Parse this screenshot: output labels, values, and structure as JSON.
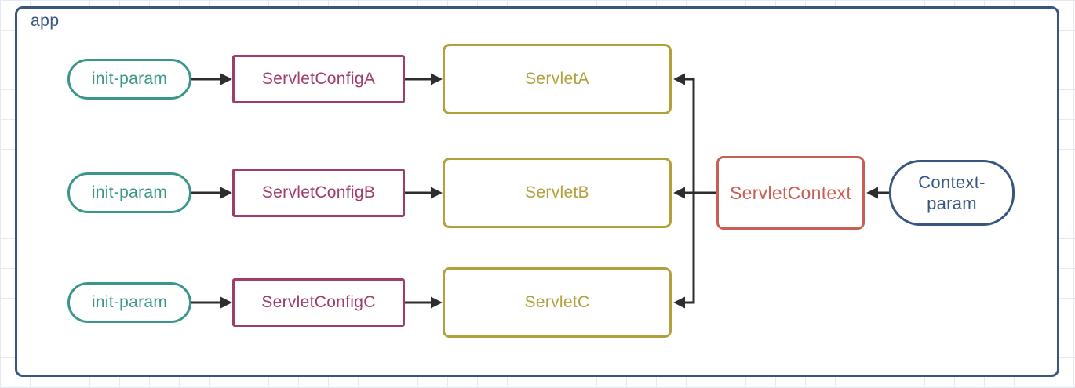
{
  "app": {
    "label": "app"
  },
  "rows": [
    {
      "param": "init-param",
      "config": "ServletConfigA",
      "servlet": "ServletA"
    },
    {
      "param": "init-param",
      "config": "ServletConfigB",
      "servlet": "ServletB"
    },
    {
      "param": "init-param",
      "config": "ServletConfigC",
      "servlet": "ServletC"
    }
  ],
  "context": {
    "label": "ServletContext"
  },
  "context_param": {
    "line1": "Context-",
    "line2": "param"
  },
  "colors": {
    "navy": "#385680",
    "teal": "#3b968a",
    "magenta": "#9e3c6b",
    "olive": "#b0a13e",
    "red": "#c85f57",
    "arrow": "#2d2d2d",
    "grid": "#e4eaf3",
    "canvas": "#ffffff"
  }
}
